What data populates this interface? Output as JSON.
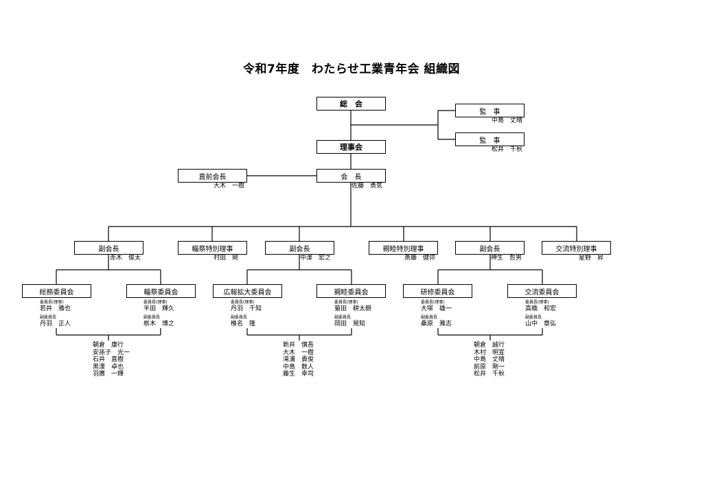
{
  "title": "令和7年度　わたらせ工業青年会 組織図",
  "top": {
    "general": "総　会",
    "board": "理事会",
    "president": {
      "label": "会　長",
      "name": "佐藤　勇気"
    },
    "former_president": {
      "label": "直前会長",
      "name": "大木　一樹"
    },
    "auditors": [
      {
        "label": "監　事",
        "name": "中島　丈晴"
      },
      {
        "label": "監　事",
        "name": "松井　千秋"
      }
    ]
  },
  "second": [
    {
      "label": "副会長",
      "name": "赤木　俊太"
    },
    {
      "label": "輜祭特別理事",
      "name": "村田　剛"
    },
    {
      "label": "副会長",
      "name": "中澤　宏之"
    },
    {
      "label": "親睦特別理事",
      "name": "斎藤　健弥"
    },
    {
      "label": "副会長",
      "name": "神生　哲男"
    },
    {
      "label": "交流特別理事",
      "name": "星野　昇"
    }
  ],
  "committees": [
    {
      "label": "総務委員会",
      "chair_role": "委員長(理事)",
      "chair": "若井　雅也",
      "vice_role": "副委員長",
      "vice": "丹羽　正人"
    },
    {
      "label": "輜祭委員会",
      "chair_role": "委員長(理事)",
      "chair": "半田　輝久",
      "vice_role": "副委員長",
      "vice": "栃木　博之"
    },
    {
      "label": "広報拡大委員会",
      "chair_role": "委員長(理事)",
      "chair": "丹羽　千知",
      "vice_role": "副委員長",
      "vice": "椎名　隆"
    },
    {
      "label": "親睦委員会",
      "chair_role": "委員長(理事)",
      "chair": "菊田　耕太朗",
      "vice_role": "副委員長",
      "vice": "岡田　晃知"
    },
    {
      "label": "研修委員会",
      "chair_role": "委員長(理事)",
      "chair": "大塚　雄一",
      "vice_role": "副委員長",
      "vice": "桑原　雅志"
    },
    {
      "label": "交流委員会",
      "chair_role": "委員長(理事)",
      "chair": "高橋　和宏",
      "vice_role": "副委員長",
      "vice": "山中　章弘"
    }
  ],
  "members": [
    [
      "朝倉　康行",
      "安孫子　光一",
      "石井　直樹",
      "黒澤　卓也",
      "羽廣　一輝"
    ],
    [
      "新井　慎吾",
      "大木　一樹",
      "滝浦　貴俊",
      "中島　数人",
      "藤生　幸司"
    ],
    [
      "朝倉　誠行",
      "木村　明宣",
      "中島　丈晴",
      "前原　剛一",
      "松井　千秋"
    ]
  ]
}
